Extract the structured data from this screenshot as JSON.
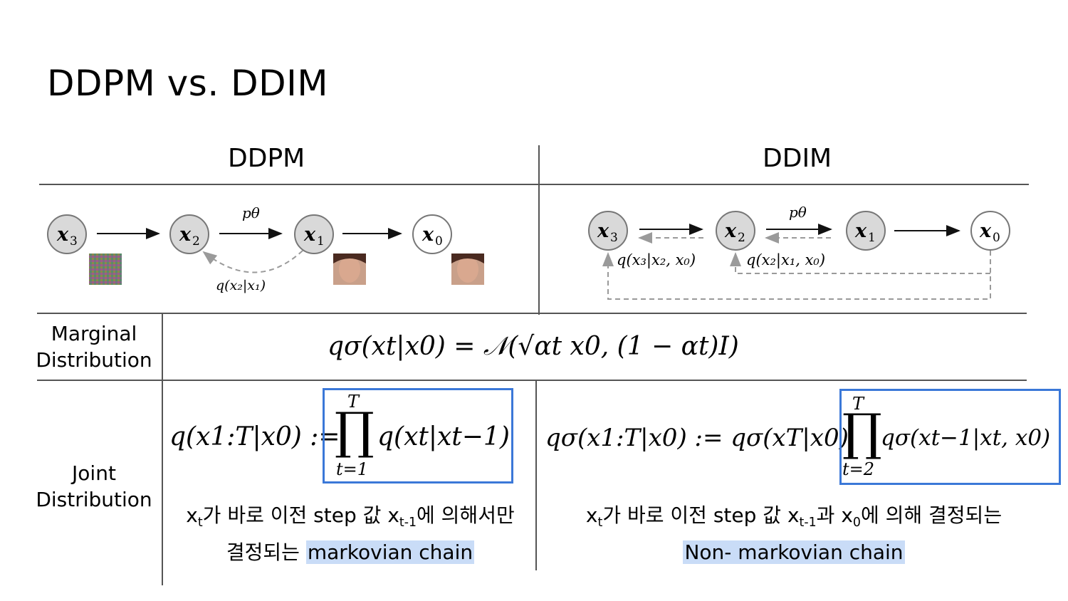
{
  "slide": {
    "title": "DDPM vs. DDIM"
  },
  "columns": {
    "left": "DDPM",
    "right": "DDIM"
  },
  "rows": {
    "marginal": {
      "line1": "Marginal",
      "line2": "Distribution"
    },
    "joint": {
      "line1": "Joint",
      "line2": "Distribution"
    }
  },
  "ddpm_diagram": {
    "nodes": [
      {
        "base": "x",
        "sub": "3"
      },
      {
        "base": "x",
        "sub": "2"
      },
      {
        "base": "x",
        "sub": "1"
      },
      {
        "base": "x",
        "sub": "0"
      }
    ],
    "top_label": "pθ",
    "curve_label": "q(x₂|x₁)"
  },
  "ddim_diagram": {
    "nodes": [
      {
        "base": "x",
        "sub": "3"
      },
      {
        "base": "x",
        "sub": "2"
      },
      {
        "base": "x",
        "sub": "1"
      },
      {
        "base": "x",
        "sub": "0"
      }
    ],
    "top_label": "pθ",
    "label_1": "q(x₃|x₂, x₀)",
    "label_2": "q(x₂|x₁, x₀)"
  },
  "formulas": {
    "marginal": "qσ(xt|x0) = 𝒩(√αt x0, (1 − αt)I)",
    "ddpm_joint_lhs": "q(x1:T|x0) :=",
    "ddpm_joint_prod": "∏",
    "ddpm_joint_upper": "T",
    "ddpm_joint_lower": "t=1",
    "ddpm_joint_rhs": "q(xt|xt−1)",
    "ddim_joint_lhs": "qσ(x1:T|x0) := qσ(xT|x0)",
    "ddim_joint_prod": "∏",
    "ddim_joint_upper": "T",
    "ddim_joint_lower": "t=2",
    "ddim_joint_rhs": "qσ(xt−1|xt, x0)"
  },
  "descriptions": {
    "ddpm": {
      "x": "x",
      "t": "t",
      "part1": "가 바로 이전 step 값 ",
      "x2": "x",
      "t1": "t-1",
      "part2": "에 의해서만",
      "line2_prefix": "결정되는 ",
      "highlight": "markovian chain"
    },
    "ddim": {
      "x": "x",
      "t": "t",
      "part1": "가 바로 이전 step 값 ",
      "x2": "x",
      "t1": "t-1",
      "part2": "과 ",
      "x3": "x",
      "zero": "0",
      "part3": "에 의해 결정되는",
      "highlight": "Non- markovian chain"
    }
  },
  "colors": {
    "highlight": "#c9dcf7",
    "box": "#3b78d8",
    "node_fill": "#d9d9d9"
  }
}
